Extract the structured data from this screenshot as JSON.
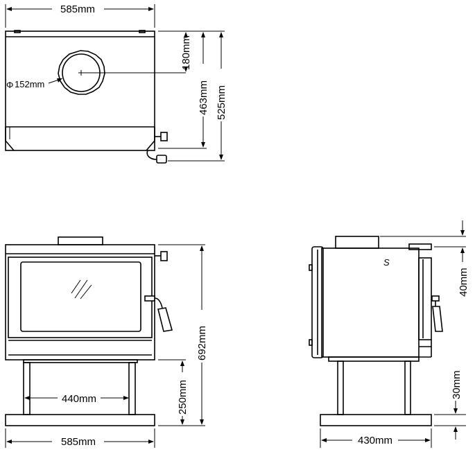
{
  "top_view": {
    "width_label": "585mm",
    "flue_offset_label": "180mm",
    "depth_label": "463mm",
    "overall_depth_label": "525mm",
    "flue_diameter_label": "152mm",
    "diameter_symbol": "Φ"
  },
  "front_view": {
    "height_label": "692mm",
    "leg_height_label": "250mm",
    "leg_span_label": "440mm",
    "width_label": "585mm"
  },
  "side_view": {
    "flue_rise_label": "40mm",
    "base_offset_label": "30mm",
    "depth_label": "430mm",
    "logo_glyph": "S"
  }
}
